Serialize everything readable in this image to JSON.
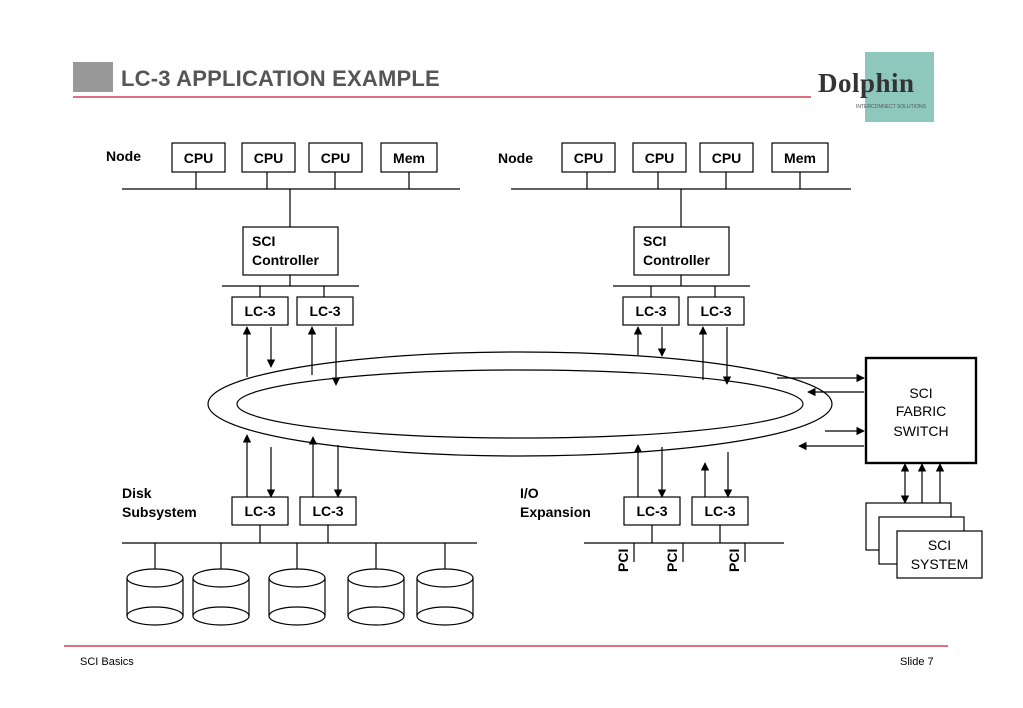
{
  "slide": {
    "title": "LC-3 APPLICATION EXAMPLE",
    "footer_left": "SCI Basics",
    "footer_right": "Slide 7",
    "logo_text": "Dolphin",
    "logo_tagline": "INTERCONNECT SOLUTIONS"
  },
  "labels": {
    "node": "Node",
    "cpu": "CPU",
    "mem": "Mem",
    "sci_controller_1": "SCI",
    "sci_controller_2": "Controller",
    "lc3": "LC-3",
    "disk_1": "Disk",
    "disk_2": "Subsystem",
    "io_1": "I/O",
    "io_2": "Expansion",
    "pci": "PCI",
    "switch_1": "SCI",
    "switch_2": "FABRIC",
    "switch_3": "SWITCH",
    "system_1": "SCI",
    "system_2": "SYSTEM"
  },
  "colors": {
    "accent_red": "#e07080",
    "title_gray": "#555555",
    "logo_teal": "#8ec8bc"
  }
}
